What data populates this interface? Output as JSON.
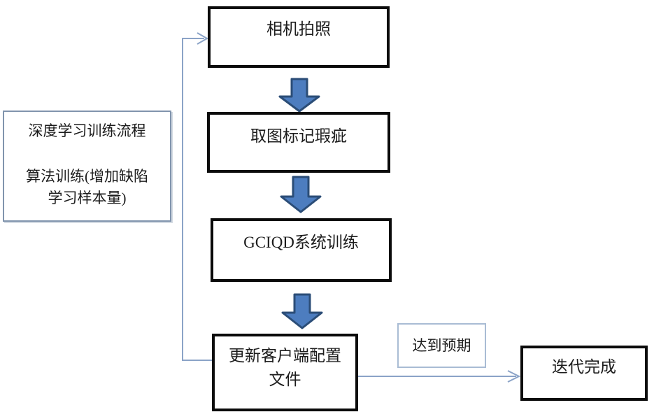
{
  "diagram": {
    "title": "deep-learning-training-flowchart",
    "colors": {
      "box_border": "#0b0b0b",
      "note_border": "#8194ad",
      "expect_border": "#a9bcd4",
      "connector": "#8ba3c7",
      "block_arrow_fill": "#4d7dbf",
      "block_arrow_stroke": "#2b4d77",
      "text": "#1c1c1c",
      "background": "#ffffff"
    }
  },
  "nodes": {
    "camera": {
      "label": "相机拍照"
    },
    "mark": {
      "label": "取图标记瑕疵"
    },
    "gciqd": {
      "label": "GCIQD系统训练"
    },
    "update": {
      "lines": [
        "更新客户端配置",
        "文件"
      ]
    },
    "expect": {
      "label": "达到预期"
    },
    "done": {
      "label": "迭代完成"
    }
  },
  "note": {
    "lines": [
      "深度学习训练流程",
      "算法训练(增加缺陷",
      "学习样本量)"
    ]
  },
  "connectors": {
    "feedback": "update-to-camera-loop",
    "to_done": "update-to-done",
    "down_arrows": [
      "camera-to-mark",
      "mark-to-gciqd",
      "gciqd-to-update"
    ]
  }
}
